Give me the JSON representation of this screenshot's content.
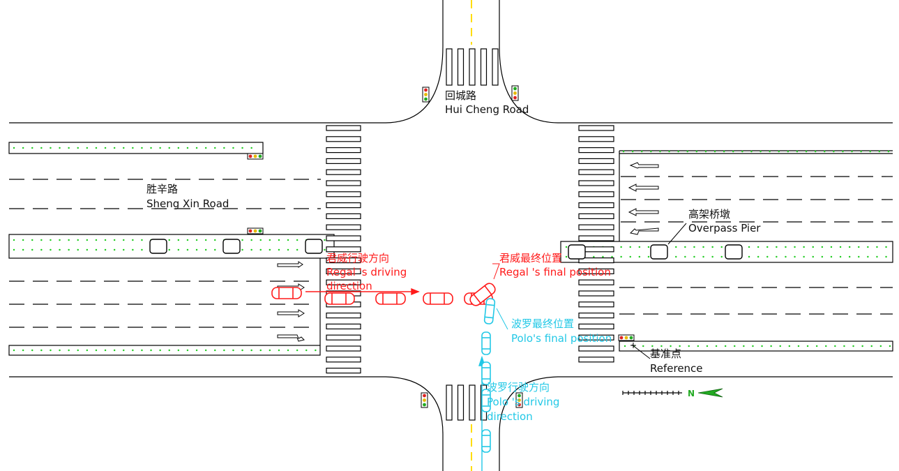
{
  "roads": {
    "hui_cheng": {
      "name_cn": "回城路",
      "name_en": "Hui Cheng Road"
    },
    "sheng_xin": {
      "name_cn": "胜辛路",
      "name_en": "Sheng Xin Road"
    }
  },
  "overpass_pier": {
    "cn": "高架桥墩",
    "en": "Overpass Pier"
  },
  "reference": {
    "cn": "基准点",
    "en": "Reference"
  },
  "regal": {
    "direction_cn": "君威行驶方向",
    "direction_en_1": "Regal 's driving",
    "direction_en_2": "direction",
    "final_cn": "君威最终位置",
    "final_en": "Regal 's final position"
  },
  "polo": {
    "final_cn": "波罗最终位置",
    "final_en": "Polo's final position",
    "direction_cn": "波罗行驶方向",
    "direction_en_1": "Polo 's driving",
    "direction_en_2": "direction"
  },
  "north_label": "N",
  "colors": {
    "regal": "#ff1a1a",
    "polo": "#22c8e6",
    "greenbelt": "#22cc22",
    "centerline": "#ffdd00",
    "line": "#000000"
  }
}
